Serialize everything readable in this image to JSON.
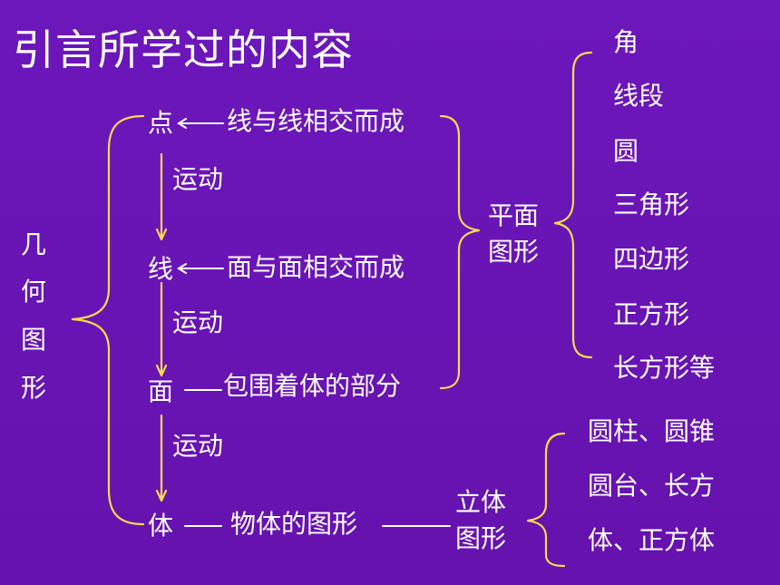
{
  "title": "引言所学过的内容",
  "left_label": [
    "几",
    "何",
    "图",
    "形"
  ],
  "chain": {
    "point": "点",
    "line": "线",
    "surface": "面",
    "body": "体",
    "point_desc": "线与线相交而成",
    "line_desc": "面与面相交而成",
    "surface_desc": "包围着体的部分",
    "body_desc": "物体的图形",
    "motion": [
      "运动",
      "运动",
      "运动"
    ]
  },
  "plane": {
    "label": [
      "平面",
      "图形"
    ],
    "items": [
      "角",
      "线段",
      "圆",
      "三角形",
      "四边形",
      "正方形",
      "长方形等"
    ]
  },
  "solid": {
    "label": [
      "立体",
      "图形"
    ],
    "items": [
      "圆柱、圆锥",
      "圆台、长方",
      "体、正方体"
    ]
  }
}
